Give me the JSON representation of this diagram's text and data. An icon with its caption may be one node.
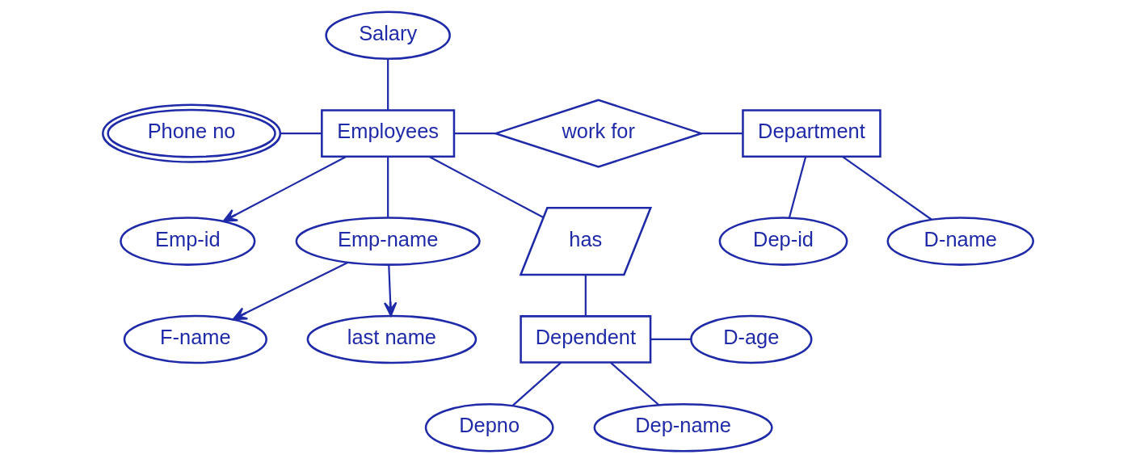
{
  "diagram": {
    "nodes": [
      {
        "text": [
          "Salary"
        ]
      },
      {
        "text": [
          "Phone no"
        ]
      },
      {
        "text": [
          "Employees"
        ]
      },
      {
        "text": [
          "work for"
        ]
      },
      {
        "text": [
          "Department"
        ]
      },
      {
        "text": [
          "Dep-id"
        ]
      },
      {
        "text": [
          "D-name"
        ]
      },
      {
        "text": [
          "Emp-id"
        ]
      },
      {
        "text": [
          "Emp-name"
        ]
      },
      {
        "text": [
          "has"
        ]
      },
      {
        "text": [
          "F-name"
        ]
      },
      {
        "text": [
          "last name"
        ]
      },
      {
        "text": [
          "Dependent"
        ]
      },
      {
        "text": [
          "D-age"
        ]
      },
      {
        "text": [
          "Depno"
        ]
      },
      {
        "text": [
          "Dep-name"
        ]
      }
    ],
    "edges": [
      {
        "from": 0,
        "to": 2,
        "arrow": "none"
      },
      {
        "from": 1,
        "to": 2,
        "arrow": "none"
      },
      {
        "from": 2,
        "to": 3,
        "arrow": "none"
      },
      {
        "from": 3,
        "to": 4,
        "arrow": "none"
      },
      {
        "from": 4,
        "to": 5,
        "arrow": "none"
      },
      {
        "from": 4,
        "to": 6,
        "arrow": "none"
      },
      {
        "from": 2,
        "to": 7,
        "arrow": "to"
      },
      {
        "from": 2,
        "to": 8,
        "arrow": "none"
      },
      {
        "from": 8,
        "to": 10,
        "arrow": "to"
      },
      {
        "from": 8,
        "to": 11,
        "arrow": "to"
      },
      {
        "from": 2,
        "to": 9,
        "arrow": "none"
      },
      {
        "from": 9,
        "to": 12,
        "arrow": "none"
      },
      {
        "from": 12,
        "to": 13,
        "arrow": "none"
      },
      {
        "from": 12,
        "to": 14,
        "arrow": "none"
      },
      {
        "from": 12,
        "to": 15,
        "arrow": "none"
      }
    ]
  }
}
